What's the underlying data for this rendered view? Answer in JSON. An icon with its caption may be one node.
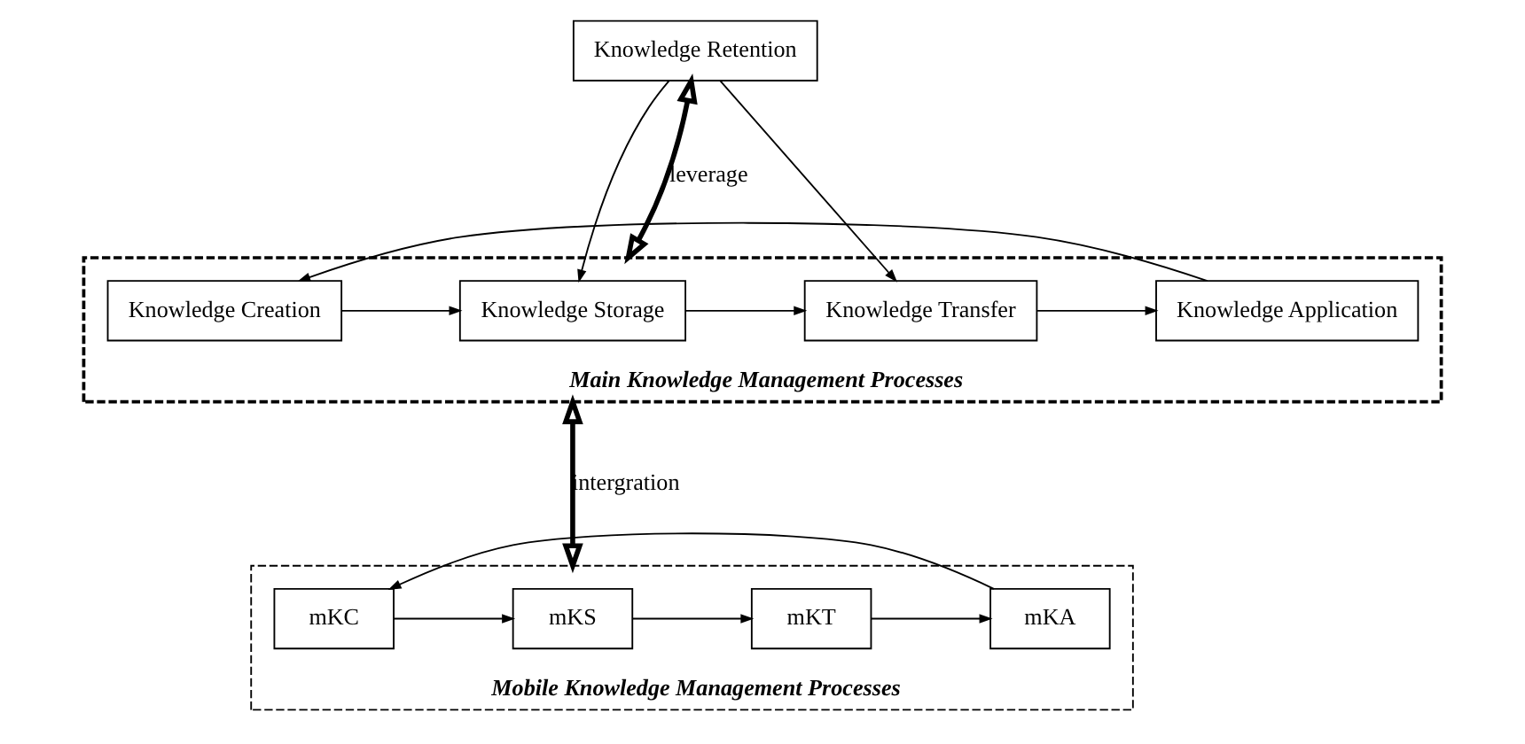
{
  "diagram": {
    "nodes": [
      {
        "text": [
          "Knowledge Retention"
        ]
      },
      {
        "text": [
          "Main Knowledge Management Processes"
        ]
      },
      {
        "text": [
          "Knowledge Creation"
        ],
        "in": 1
      },
      {
        "text": [
          "Knowledge Storage"
        ],
        "in": 1
      },
      {
        "text": [
          "Knowledge Transfer"
        ],
        "in": 1
      },
      {
        "text": [
          "Knowledge Application"
        ],
        "in": 1
      },
      {
        "text": [
          "Mobile Knowledge Management Processes"
        ]
      },
      {
        "text": [
          "mKC"
        ],
        "in": 6
      },
      {
        "text": [
          "mKS"
        ],
        "in": 6
      },
      {
        "text": [
          "mKT"
        ],
        "in": 6
      },
      {
        "text": [
          "mKA"
        ],
        "in": 6
      }
    ],
    "edges": [
      {
        "from": 0,
        "to": 3,
        "arrow": "to"
      },
      {
        "from": 0,
        "to": 4,
        "arrow": "to"
      },
      {
        "from": 0,
        "to": 1,
        "arrow": "both",
        "label": "leverage",
        "style": "thick"
      },
      {
        "from": 2,
        "to": 3,
        "arrow": "to"
      },
      {
        "from": 3,
        "to": 4,
        "arrow": "to"
      },
      {
        "from": 4,
        "to": 5,
        "arrow": "to"
      },
      {
        "from": 5,
        "to": 2,
        "arrow": "to"
      },
      {
        "from": 1,
        "to": 6,
        "arrow": "both",
        "label": "intergration",
        "style": "thick"
      },
      {
        "from": 7,
        "to": 8,
        "arrow": "to"
      },
      {
        "from": 8,
        "to": 9,
        "arrow": "to"
      },
      {
        "from": 9,
        "to": 10,
        "arrow": "to"
      },
      {
        "from": 10,
        "to": 7,
        "arrow": "to"
      }
    ]
  }
}
